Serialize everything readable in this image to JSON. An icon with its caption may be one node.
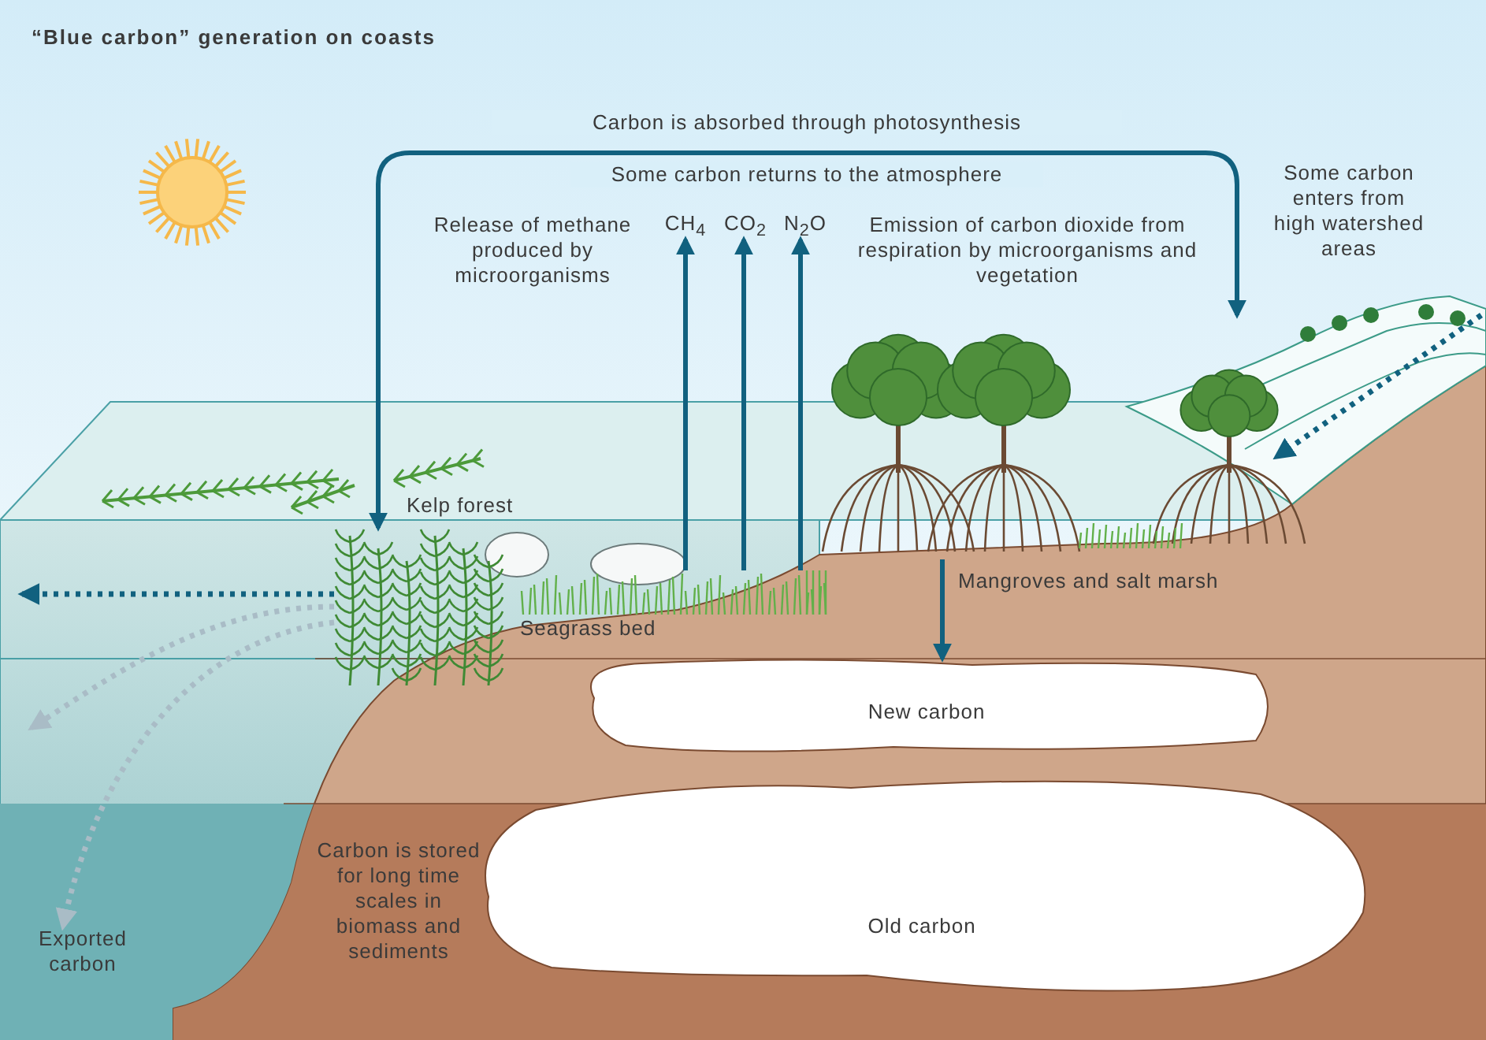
{
  "diagram": {
    "title": "“Blue carbon” generation on coasts",
    "nodes": [
      {
        "text": [],
        "shape": "picture",
        "beside": [
          "Kelp forest"
        ]
      },
      {
        "text": [],
        "shape": "picture",
        "beside": [
          "Mangroves and salt marsh"
        ]
      },
      {
        "text": [],
        "shape": "picture",
        "beside": [
          "Seagrass bed"
        ]
      },
      {
        "text": [
          "CH$_{4}$"
        ]
      },
      {
        "text": [
          "CO$_{2}$"
        ]
      },
      {
        "text": [
          "N$_{2}$O"
        ]
      },
      {
        "text": [
          "New carbon"
        ]
      },
      {
        "text": [
          "Old carbon"
        ]
      },
      {
        "text": [
          "Exported carbon"
        ]
      }
    ],
    "edges": [
      {
        "from": 0,
        "to": 1,
        "arrow": "both",
        "label": "Carbon is absorbed through photosynthesis"
      },
      {
        "from": 2,
        "to": 3,
        "arrow": "to"
      },
      {
        "from": 2,
        "to": 4,
        "arrow": "to"
      },
      {
        "from": 2,
        "to": 5,
        "arrow": "to"
      },
      {
        "from": 1,
        "to": 6,
        "arrow": "to"
      },
      {
        "from": null,
        "to": 1,
        "arrow": "to",
        "style": "dashed"
      },
      {
        "from": 0,
        "to": null,
        "arrow": "to",
        "style": "dashed"
      },
      {
        "from": 0,
        "to": null,
        "arrow": "to",
        "style": "dashed",
        "color": "#a9bcc6"
      },
      {
        "from": 0,
        "to": 8,
        "arrow": "to",
        "style": "dashed",
        "color": "#a9bcc6"
      }
    ],
    "labels": [
      "Some carbon returns to the atmosphere",
      "Release of methane produced by microorganisms",
      "Emission of carbon dioxide from respiration by microorganisms and vegetation",
      "Some carbon enters from high watershed areas",
      "Carbon is stored for long time scales in biomass and sediments"
    ]
  }
}
